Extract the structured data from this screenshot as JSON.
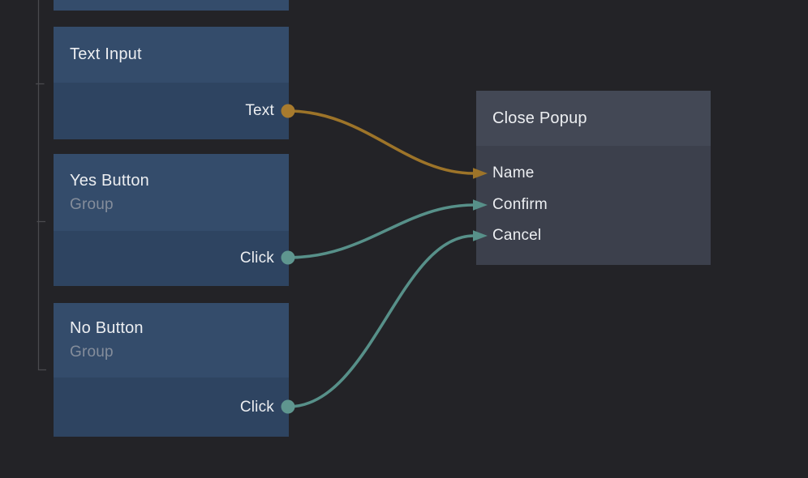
{
  "canvas": {
    "background": "#232327",
    "type": "node-graph-editor"
  },
  "colors": {
    "source_node_header": "#344c6b",
    "source_node_body": "#2e4461",
    "target_node_header": "#434855",
    "target_node_body": "#3c404c",
    "title_text": "#eceef1",
    "subtitle_text": "#848d9b",
    "wire_gold": "#9d7429",
    "wire_gold_dot": "#a87b2e",
    "wire_teal": "#579089",
    "wire_teal_dot": "#5f968f",
    "tree_guide_line": "#4a4a4e"
  },
  "nodes": {
    "text_input": {
      "title": "Text Input",
      "output_port": "Text"
    },
    "yes_button": {
      "title": "Yes Button",
      "subtitle": "Group",
      "output_port": "Click"
    },
    "no_button": {
      "title": "No Button",
      "subtitle": "Group",
      "output_port": "Click"
    },
    "close_popup": {
      "title": "Close Popup",
      "input_ports": [
        "Name",
        "Confirm",
        "Cancel"
      ]
    }
  },
  "connections": [
    {
      "from": "Text Input.Text",
      "to": "Close Popup.Name",
      "color": "#9d7429",
      "dot_color": "#a87b2e"
    },
    {
      "from": "Yes Button.Click",
      "to": "Close Popup.Confirm",
      "color": "#579089",
      "dot_color": "#5f968f"
    },
    {
      "from": "No Button.Click",
      "to": "Close Popup.Cancel",
      "color": "#579089",
      "dot_color": "#5f968f"
    }
  ]
}
